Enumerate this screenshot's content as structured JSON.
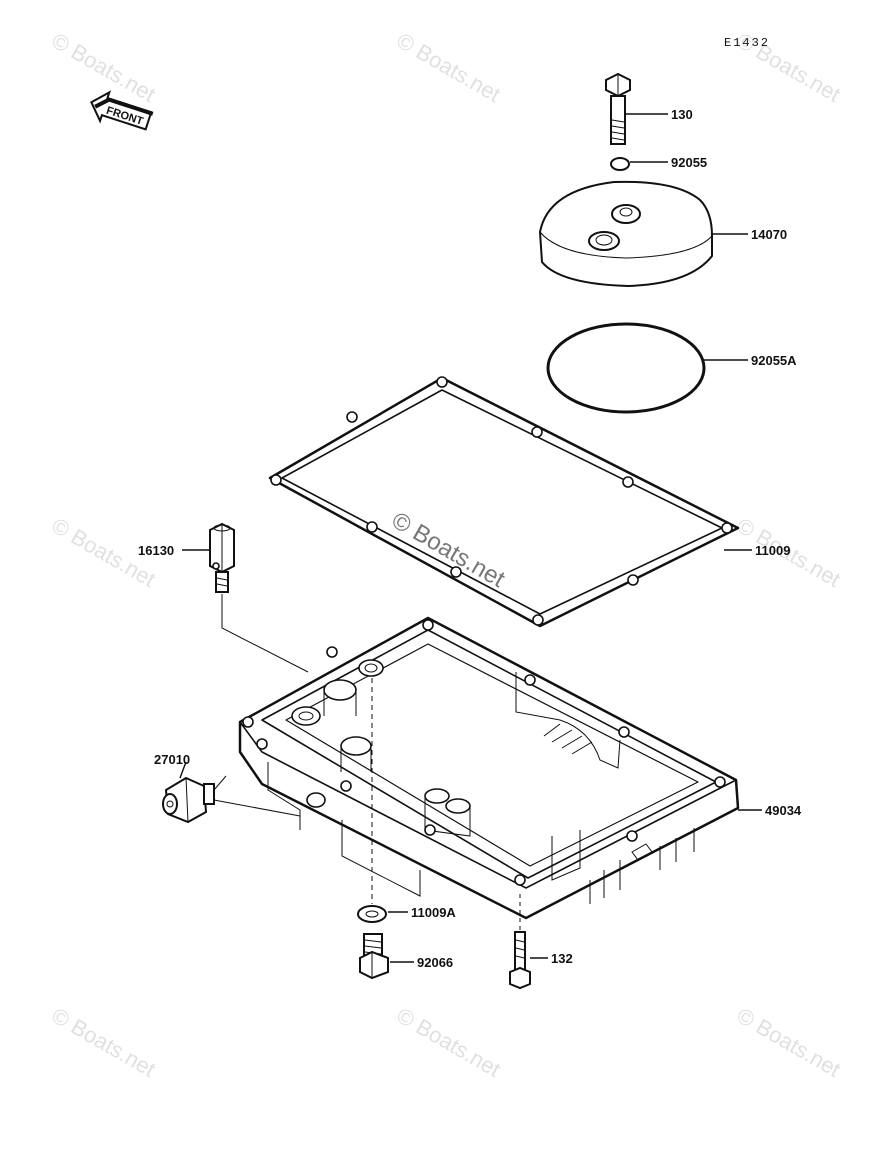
{
  "diagram": {
    "figure_code": "E1432",
    "front_tag": "FRONT",
    "watermark": "© Boats.net",
    "callouts": [
      {
        "id": "c130",
        "label": "130"
      },
      {
        "id": "c92055",
        "label": "92055"
      },
      {
        "id": "c14070",
        "label": "14070"
      },
      {
        "id": "c92055A",
        "label": "92055A"
      },
      {
        "id": "c11009",
        "label": "11009"
      },
      {
        "id": "c16130",
        "label": "16130"
      },
      {
        "id": "c27010",
        "label": "27010"
      },
      {
        "id": "c49034",
        "label": "49034"
      },
      {
        "id": "c11009A",
        "label": "11009A"
      },
      {
        "id": "c92066",
        "label": "92066"
      },
      {
        "id": "c132",
        "label": "132"
      }
    ]
  }
}
